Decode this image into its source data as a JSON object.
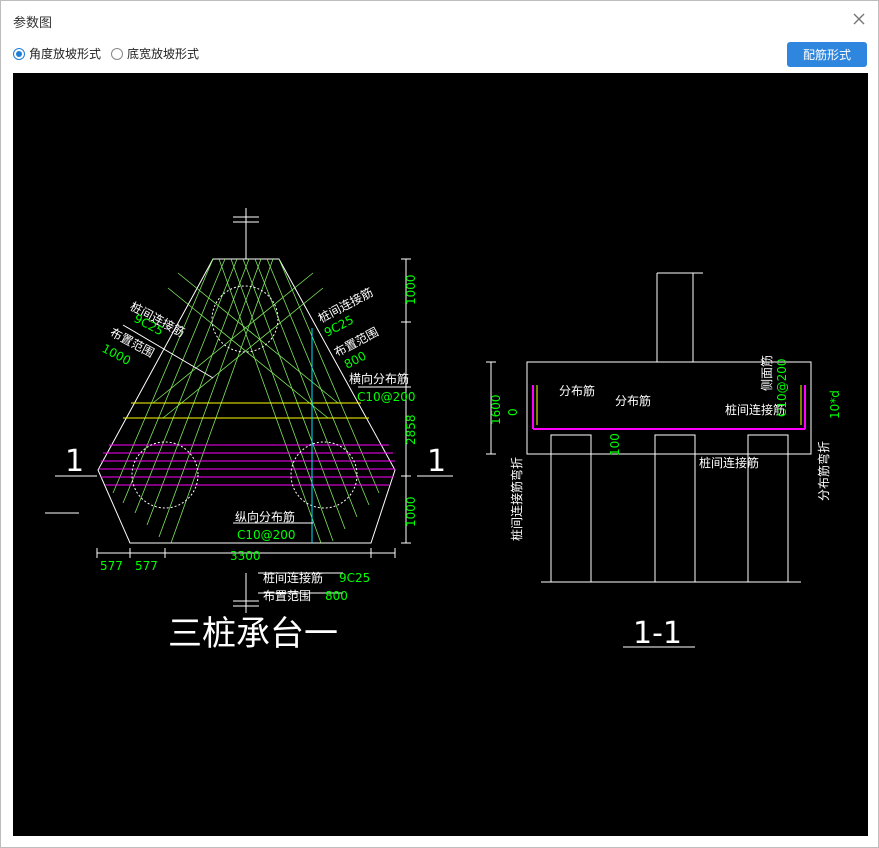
{
  "window": {
    "title": "参数图",
    "close_icon": "close-icon"
  },
  "options": {
    "angle_slope": {
      "label": "角度放坡形式",
      "checked": true
    },
    "width_slope": {
      "label": "底宽放坡形式",
      "checked": false
    },
    "rebar_button": "配筋形式"
  },
  "drawing": {
    "plan": {
      "caption": "三桩承台一",
      "section_mark_left": "1",
      "section_mark_right": "1",
      "label_left_top": "桩间连接筋",
      "label_left_num": "9C25",
      "label_left_range": "布置范围",
      "label_left_range_val": "1000",
      "label_right_top": "桩间连接筋",
      "label_right_num": "9C25",
      "label_right_range": "布置范围",
      "label_right_range_val": "800",
      "transverse": "横向分布筋",
      "transverse_spec": "C10@200",
      "longitudinal": "纵向分布筋",
      "longitudinal_spec": "C10@200",
      "bottom_label": "桩间连接筋",
      "bottom_num": "9C25",
      "bottom_range": "布置范围",
      "bottom_range_val": "800",
      "dim_top": "1000",
      "dim_mid": "2858",
      "dim_bot": "1000",
      "dim_width": "3300",
      "dim_offset_a": "577",
      "dim_offset_b": "577"
    },
    "section": {
      "caption": "1-1",
      "dist_rebar_a": "分布筋",
      "dist_rebar_b": "分布筋",
      "pile_link_a": "桩间连接筋",
      "pile_link_b": "桩间连接筋",
      "side_rebar": "侧面筋",
      "side_spec": "C10@200",
      "bend_left": "桩间连接筋弯折",
      "bend_right": "分布筋弯折",
      "dim_height": "1600",
      "dim_zero": "0",
      "dim_100": "100",
      "dim_10d": "10*d"
    }
  },
  "colors": {
    "canvas_bg": "#000000",
    "line": "#ffffff",
    "green_text": "#00ff00",
    "hatch_green": "#8cff66",
    "magenta": "#ff00ff",
    "yellow": "#ffff00",
    "accent": "#2e86de"
  }
}
